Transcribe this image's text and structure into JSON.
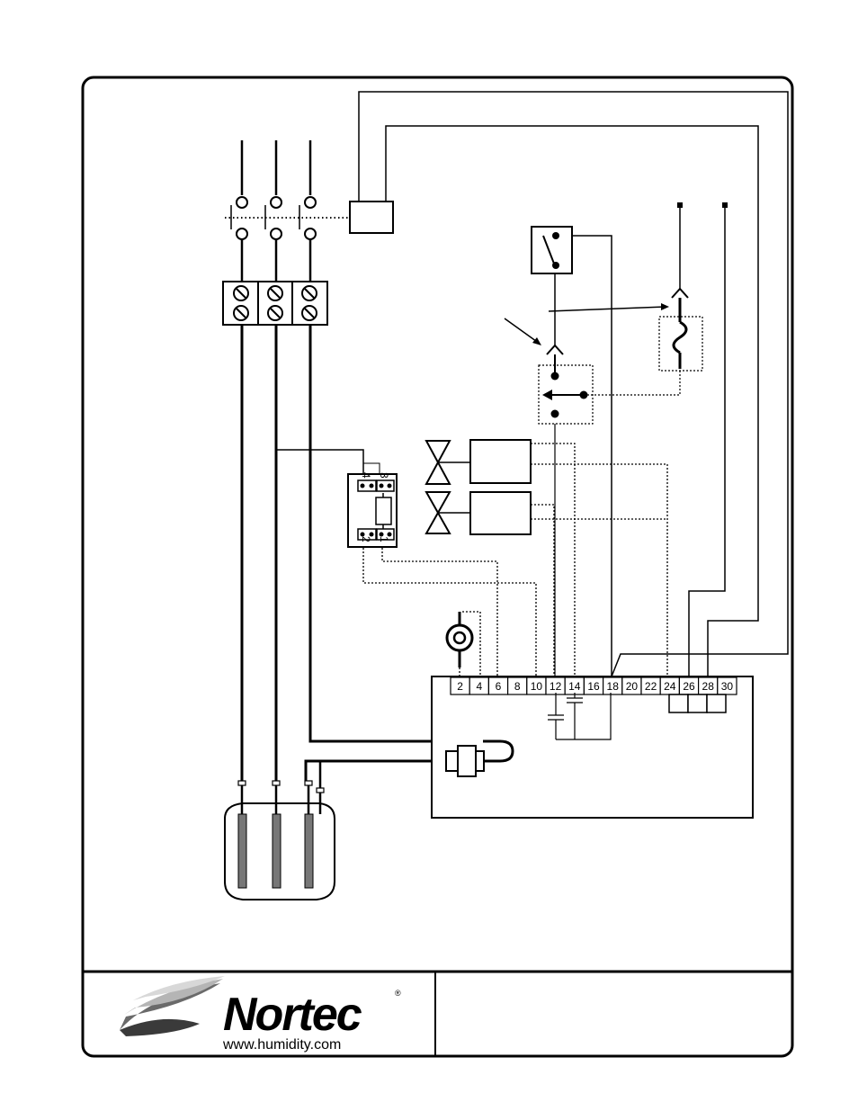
{
  "terminals": [
    "2",
    "4",
    "6",
    "8",
    "10",
    "12",
    "14",
    "16",
    "18",
    "20",
    "22",
    "24",
    "26",
    "28",
    "30"
  ],
  "relay_pins": {
    "top": [
      "4",
      "3"
    ],
    "bottom": [
      "2",
      "1"
    ]
  },
  "brand": {
    "name": "Nortec",
    "registered": "®",
    "url": "www.humidity.com"
  },
  "icons": [
    "nortec-wave-logo"
  ]
}
